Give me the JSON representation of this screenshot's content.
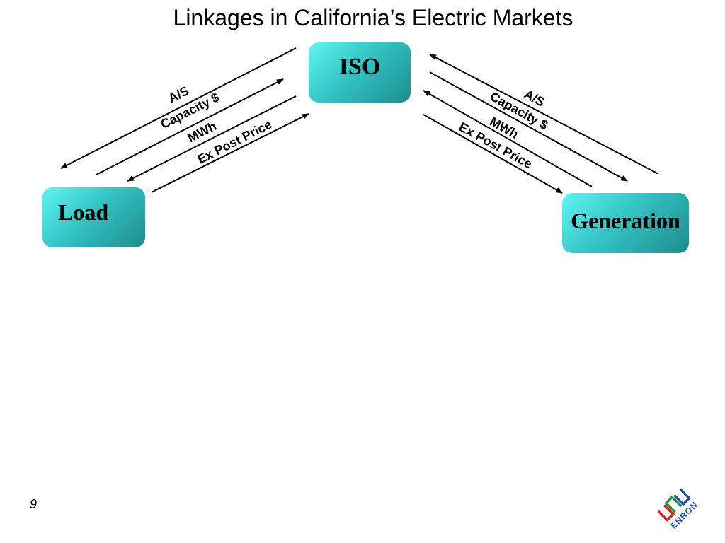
{
  "slide": {
    "title": "Linkages in California’s Electric Markets",
    "page_number": "9"
  },
  "nodes": {
    "iso": "ISO",
    "load": "Load",
    "generation": "Generation"
  },
  "left_flows": [
    "A/S",
    "Capacity $",
    "MWh",
    "Ex Post Price"
  ],
  "right_flows": [
    "A/S",
    "Capacity $",
    "MWh",
    "Ex Post Price"
  ],
  "logo": {
    "text": "ENRON",
    "colors": [
      "#d8232a",
      "#2f8f3a",
      "#1f4aa8"
    ]
  }
}
